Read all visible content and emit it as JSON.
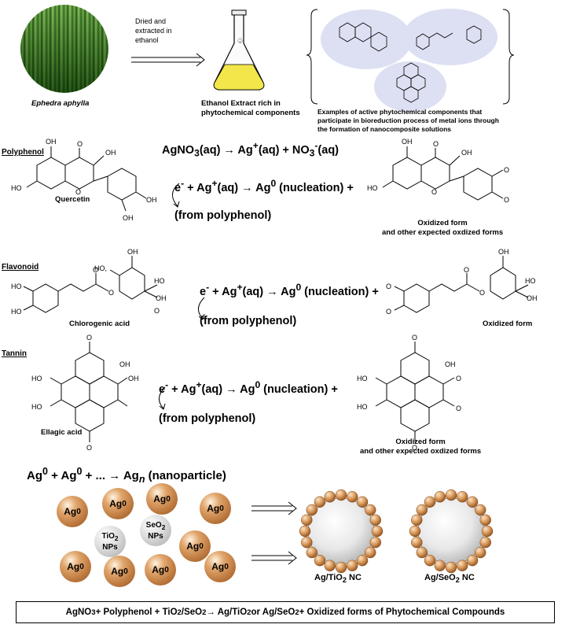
{
  "top": {
    "plant_name": "Ephedra aphylla",
    "process_note": "Dried and\nextracted in\nethanol",
    "extract_label": "Ethanol Extract rich in\nphytochemical components",
    "examples_caption": "Examples of active phytochemical components that\nparticipate in bioreduction process of metal ions through\nthe formation of nanocomposite solutions"
  },
  "equations": {
    "main_pre": "AgNO",
    "main_sub": "3",
    "main_mid": "(aq) → Ag",
    "main_sup": "+",
    "main_mid2": "(aq) + NO",
    "main_sub2": "3",
    "main_sup2": "-",
    "main_end": "(aq)",
    "red_e": "e",
    "red_esup": "-",
    "red_mid": " + Ag",
    "red_sup": "+",
    "red_mid2": "(aq) → Ag",
    "red_sup2": "0",
    "red_end": " (nucleation) +",
    "from": "(from polyphenol)"
  },
  "sections": {
    "polyphenol": {
      "heading": "Polyphenol",
      "compound": "Quercetin",
      "oxidized": "Oxidized form\nand other expected oxdized forms"
    },
    "flavonoid": {
      "heading": "Flavonoid",
      "compound": "Chlorogenic acid",
      "oxidized": "Oxidized form"
    },
    "tannin": {
      "heading": "Tannin",
      "compound": "Ellagic acid",
      "oxidized": "Oxidized form\nand other expected oxdized forms"
    }
  },
  "nano": {
    "eq_a": "Ag",
    "eq_sup": "0",
    "eq_b": " + Ag",
    "eq_sup2": "0",
    "eq_c": " + ... → Ag",
    "eq_sub": "n",
    "eq_d": " (nanoparticle)",
    "ag_label": "Ag",
    "ag_sup": "0",
    "tio2_line1": "TiO",
    "tio2_sub": "2",
    "tio2_line2": "NPs",
    "seo2_line1": "SeO",
    "seo2_sub": "2",
    "seo2_line2": "NPs",
    "nc1": "Ag/TiO",
    "nc1_sub": "2",
    "nc1_end": " NC",
    "nc2": "Ag/SeO",
    "nc2_sub": "2",
    "nc2_end": " NC"
  },
  "summary": {
    "a": "AgNO",
    "a_sub": "3",
    "b": " + Polyphenol + TiO",
    "b_sub": "2",
    "c": "/SeO",
    "c_sub": "2",
    "d": " → Ag/TiO",
    "d_sub": "2",
    "e": " or Ag/SeO",
    "e_sub": "2",
    "f": " + Oxidized forms of Phytochemical Compounds"
  },
  "colors": {
    "silver": "#b8743a",
    "nps": "#c8c8c8",
    "flask_liquid": "#f2e64a",
    "ellipse": "#dde0f2"
  }
}
